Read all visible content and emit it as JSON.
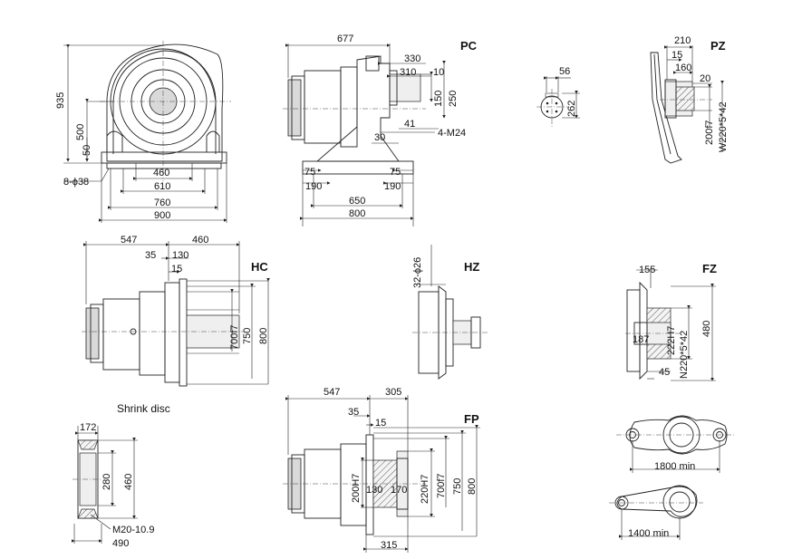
{
  "views": {
    "main_front": {
      "dims": {
        "h935": "935",
        "h500": "500",
        "h50": "50",
        "w460": "460",
        "w610": "610",
        "w760": "760",
        "w900": "900",
        "holes": "8-ϕ38"
      }
    },
    "pc": {
      "title": "PC",
      "dims": {
        "w677": "677",
        "w330": "330",
        "w310": "310",
        "d10": "10",
        "d150": "150",
        "d250": "250",
        "d41": "41",
        "bolts": "4-M24",
        "d30": "30",
        "d75l": "75",
        "d75r": "75",
        "d190l": "190",
        "d190r": "190",
        "w650": "650",
        "w800": "800"
      }
    },
    "pc_shaft": {
      "dims": {
        "d56": "56",
        "d262": "262"
      }
    },
    "pz": {
      "title": "PZ",
      "dims": {
        "d210": "210",
        "d15": "15",
        "d160": "160",
        "d20": "20",
        "d200f7": "200f7",
        "spline": "W220*5*42"
      }
    },
    "hc": {
      "title": "HC",
      "dims": {
        "w547": "547",
        "w460": "460",
        "d35": "35",
        "d130": "130",
        "d15": "15",
        "d700f7": "700f7",
        "d750": "750",
        "d800": "800"
      }
    },
    "hz": {
      "title": "HZ",
      "dims": {
        "holes": "32-ϕ26"
      }
    },
    "fz": {
      "title": "FZ",
      "dims": {
        "d155": "155",
        "d187": "187",
        "d222h7": "222H7",
        "spline": "N220*5*42",
        "d480": "480",
        "d45": "45"
      }
    },
    "shrink": {
      "caption": "Shrink disc",
      "dims": {
        "d172": "172",
        "d280": "280",
        "d460": "460",
        "bolt": "M20-10.9",
        "d490": "490"
      }
    },
    "fp": {
      "title": "FP",
      "dims": {
        "w547": "547",
        "w305": "305",
        "d35": "35",
        "d15": "15",
        "d200h7": "200H7",
        "d130": "130",
        "d170": "170",
        "d220h7": "220H7",
        "d700f7": "700f7",
        "d750": "750",
        "d800": "800",
        "d315": "315"
      }
    },
    "arm1": {
      "dim": "1800 min"
    },
    "arm2": {
      "dim": "1400 min"
    }
  }
}
